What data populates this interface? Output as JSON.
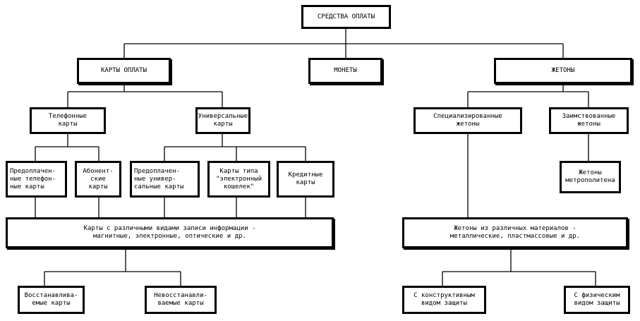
{
  "nodes": {
    "root": "СРЕДСТВА ОПЛАТЫ",
    "cards": "КАРТЫ  ОПЛАТЫ",
    "coins": "МОНЕТЫ",
    "tokens": "ЖЕТОНЫ",
    "phone_cards": "Телефонные\nкарты",
    "universal_cards": "Универсальные\nкарты",
    "specialized_tokens": "Специализированные\nжетоны",
    "borrowed_tokens": "Заимствованные\nжетоны",
    "prepaid_phone": "Предоплачен-\nные телефон-\nные карты",
    "subscriber": "Абонент-\nские\nкарты",
    "prepaid_universal": "Предоплачен-\nные универ-\nсальные карты",
    "e_purse": "Карты типа\n\"электронный\nкошелек\"",
    "credit": "Кредитные\nкарты",
    "metro_tokens": "Жетоны\nметрополитена",
    "card_recording": "Карты с различными видами записи информации -\nмагнитные, электронные, оптические и др.",
    "token_materials": "Жетоны из различных материалов -\nметаллические, пластмассовые и др.",
    "restorable": "Восстанавлива-\nемые карты",
    "nonrestorable": "Невосстанавли-\nваемые карты",
    "constructive": "С конструктивным\nвидом защиты",
    "physical": "С физическим\nвидом защиты"
  }
}
